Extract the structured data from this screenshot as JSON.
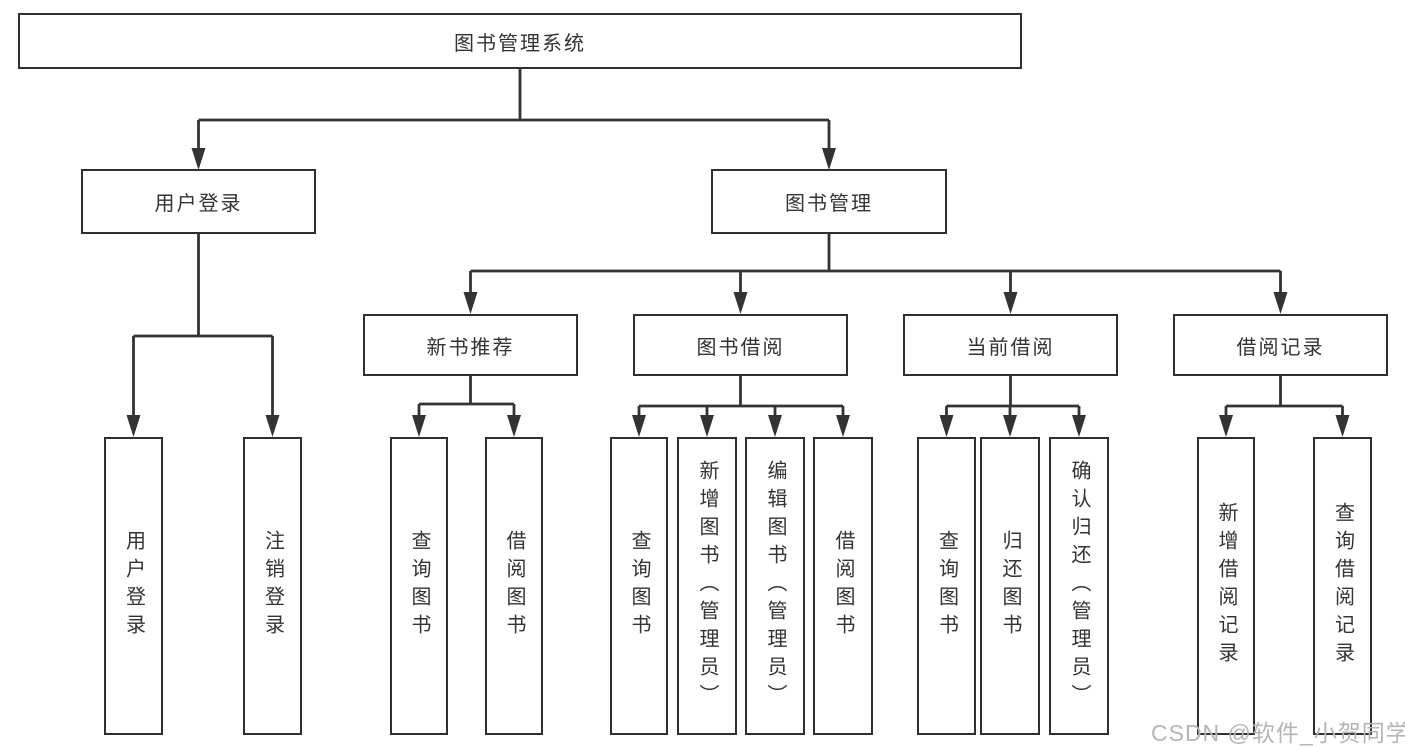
{
  "diagram_title": "图书管理系统",
  "colors": {
    "line": "#333333",
    "box_border": "#2f2f2f",
    "text": "#333333",
    "background": "#ffffff",
    "watermark": "#b5b5b5"
  },
  "watermark": {
    "text": "CSDN @软件_小贺同学"
  },
  "nodes": {
    "root": {
      "label": "图书管理系统"
    },
    "level2": [
      {
        "label": "用户登录",
        "parent": "图书管理系统"
      },
      {
        "label": "图书管理",
        "parent": "图书管理系统"
      }
    ],
    "level3": [
      {
        "label": "新书推荐",
        "parent": "图书管理"
      },
      {
        "label": "图书借阅",
        "parent": "图书管理"
      },
      {
        "label": "当前借阅",
        "parent": "图书管理"
      },
      {
        "label": "借阅记录",
        "parent": "图书管理"
      }
    ],
    "leaves": [
      {
        "label": "用户登录",
        "parent": "用户登录"
      },
      {
        "label": "注销登录",
        "parent": "用户登录"
      },
      {
        "label": "查询图书",
        "parent": "新书推荐"
      },
      {
        "label": "借阅图书",
        "parent": "新书推荐"
      },
      {
        "label": "查询图书",
        "parent": "图书借阅"
      },
      {
        "label": "新增图书（管理员）",
        "parent": "图书借阅"
      },
      {
        "label": "编辑图书（管理员）",
        "parent": "图书借阅"
      },
      {
        "label": "借阅图书",
        "parent": "图书借阅"
      },
      {
        "label": "查询图书",
        "parent": "当前借阅"
      },
      {
        "label": "归还图书",
        "parent": "当前借阅"
      },
      {
        "label": "确认归还（管理员）",
        "parent": "当前借阅"
      },
      {
        "label": "新增借阅记录",
        "parent": "借阅记录"
      },
      {
        "label": "查询借阅记录",
        "parent": "借阅记录"
      }
    ]
  }
}
